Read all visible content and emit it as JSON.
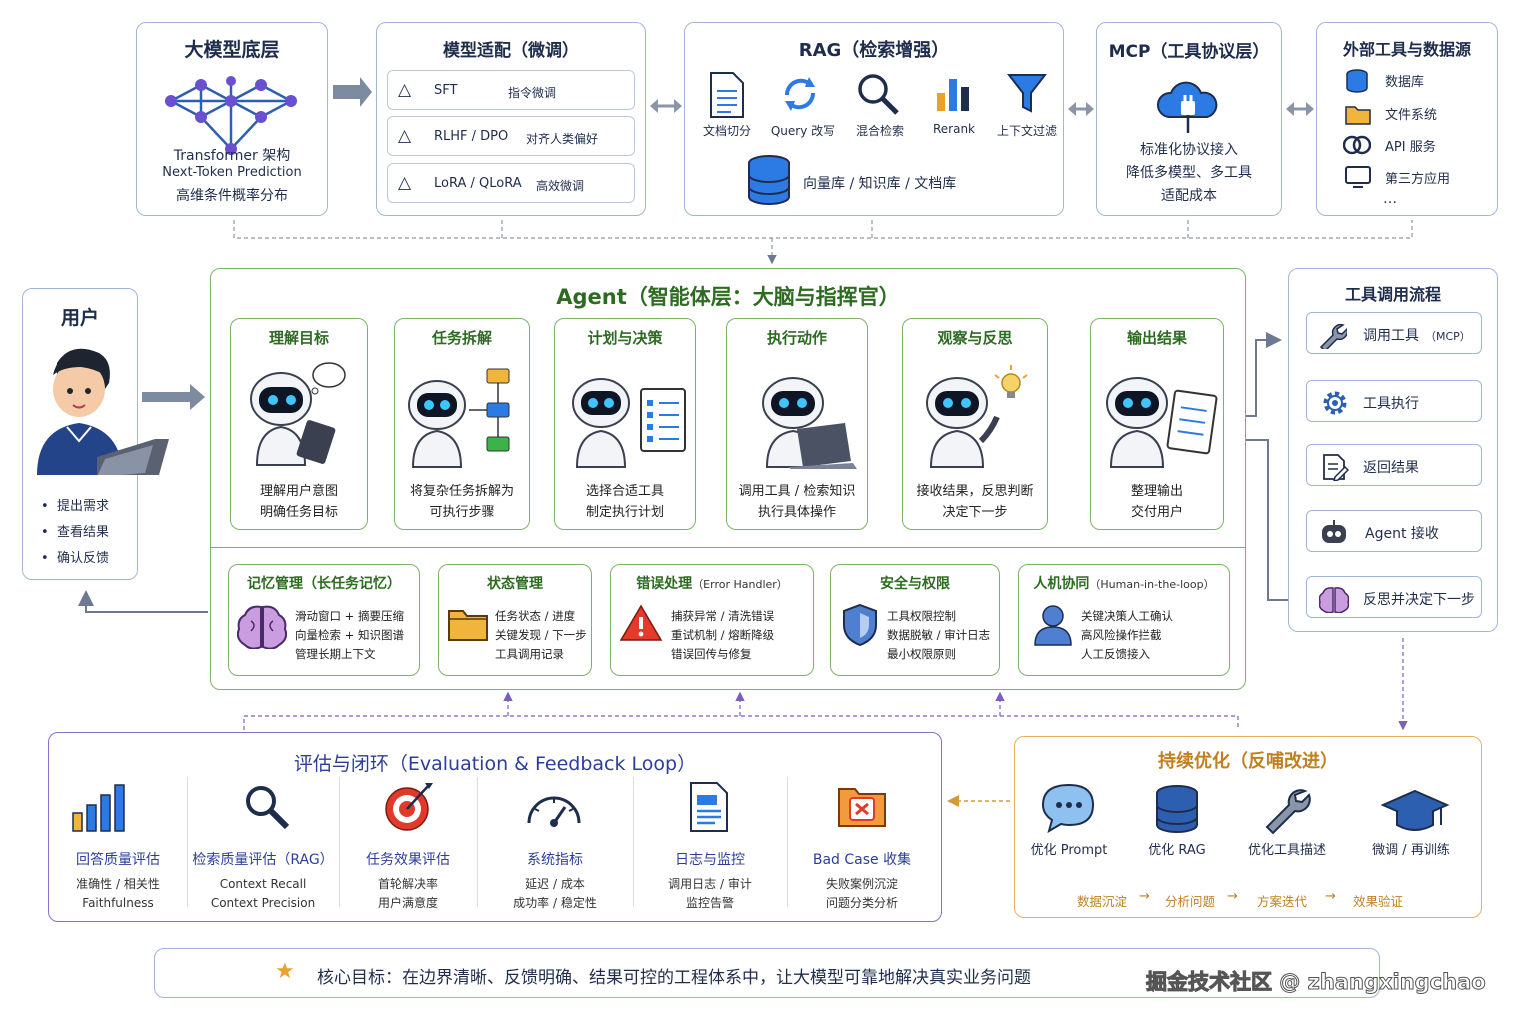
{
  "top": {
    "base": {
      "title": "大模型底层",
      "l1": "Transformer 架构",
      "l2": "Next-Token Prediction",
      "l3": "高维条件概率分布"
    },
    "adapt": {
      "title": "模型适配（微调）",
      "rows": [
        {
          "name": "SFT",
          "desc": "指令微调"
        },
        {
          "name": "RLHF / DPO",
          "desc": "对齐人类偏好"
        },
        {
          "name": "LoRA / QLoRA",
          "desc": "高效微调"
        }
      ]
    },
    "rag": {
      "title": "RAG（检索增强）",
      "items": [
        "文档切分",
        "Query 改写",
        "混合检索",
        "Rerank",
        "上下文过滤"
      ],
      "store": "向量库 / 知识库 / 文档库"
    },
    "mcp": {
      "title": "MCP（工具协议层）",
      "l1": "标准化协议接入",
      "l2": "降低多模型、多工具",
      "l3": "适配成本"
    },
    "ext": {
      "title": "外部工具与数据源",
      "items": [
        "数据库",
        "文件系统",
        "API 服务",
        "第三方应用"
      ],
      "more": "…"
    }
  },
  "user": {
    "title": "用户",
    "items": [
      "提出需求",
      "查看结果",
      "确认反馈"
    ]
  },
  "agent": {
    "title": "Agent（智能体层：大脑与指挥官）",
    "steps": [
      {
        "title": "理解目标",
        "d1": "理解用户意图",
        "d2": "明确任务目标"
      },
      {
        "title": "任务拆解",
        "d1": "将复杂任务拆解为",
        "d2": "可执行步骤"
      },
      {
        "title": "计划与决策",
        "d1": "选择合适工具",
        "d2": "制定执行计划"
      },
      {
        "title": "执行动作",
        "d1": "调用工具 / 检索知识",
        "d2": "执行具体操作"
      },
      {
        "title": "观察与反思",
        "d1": "接收结果，反思判断",
        "d2": "决定下一步"
      },
      {
        "title": "输出结果",
        "d1": "整理输出",
        "d2": "交付用户"
      }
    ],
    "modules": [
      {
        "title": "记忆管理（长任务记忆）",
        "sub": "",
        "l1": "滑动窗口 + 摘要压缩",
        "l2": "向量检索 + 知识图谱",
        "l3": "管理长期上下文"
      },
      {
        "title": "状态管理",
        "sub": "",
        "l1": "任务状态 / 进度",
        "l2": "关键发现 / 下一步",
        "l3": "工具调用记录"
      },
      {
        "title": "错误处理",
        "sub": "（Error Handler）",
        "l1": "捕获异常 / 清洗错误",
        "l2": "重试机制 / 熔断降级",
        "l3": "错误回传与修复"
      },
      {
        "title": "安全与权限",
        "sub": "",
        "l1": "工具权限控制",
        "l2": "数据脱敏 / 审计日志",
        "l3": "最小权限原则"
      },
      {
        "title": "人机协同",
        "sub": "（Human-in-the-loop）",
        "l1": "关键决策人工确认",
        "l2": "高风险操作拦截",
        "l3": "人工反馈接入"
      }
    ]
  },
  "toolflow": {
    "title": "工具调用流程",
    "items": [
      {
        "label": "调用工具",
        "sub": "（MCP）"
      },
      {
        "label": "工具执行",
        "sub": ""
      },
      {
        "label": "返回结果",
        "sub": ""
      },
      {
        "label": "Agent 接收",
        "sub": ""
      },
      {
        "label": "反思并决定下一步",
        "sub": ""
      }
    ]
  },
  "eval": {
    "title": "评估与闭环（Evaluation & Feedback Loop）",
    "cols": [
      {
        "title": "回答质量评估",
        "l1": "准确性 / 相关性",
        "l2": "Faithfulness"
      },
      {
        "title": "检索质量评估（RAG）",
        "l1": "Context Recall",
        "l2": "Context Precision"
      },
      {
        "title": "任务效果评估",
        "l1": "首轮解决率",
        "l2": "用户满意度"
      },
      {
        "title": "系统指标",
        "l1": "延迟 / 成本",
        "l2": "成功率 / 稳定性"
      },
      {
        "title": "日志与监控",
        "l1": "调用日志 / 审计",
        "l2": "监控告警"
      },
      {
        "title": "Bad Case 收集",
        "l1": "失败案例沉淀",
        "l2": "问题分类分析"
      }
    ]
  },
  "optimize": {
    "title": "持续优化（反哺改进）",
    "items": [
      "优化 Prompt",
      "优化 RAG",
      "优化工具描述",
      "微调 / 再训练"
    ],
    "loop": [
      "数据沉淀",
      "分析问题",
      "方案迭代",
      "效果验证"
    ]
  },
  "footer": {
    "text": "核心目标：在边界清晰、反馈明确、结果可控的工程体系中，让大模型可靠地解决真实业务问题",
    "watermark": "掘金技术社区 @ zhangxingchao"
  },
  "colors": {
    "green": "#2d6b22",
    "blue": "#1f2d4d",
    "purple": "#6a4fb0",
    "orange": "#d49a3a",
    "accent": "#2c7be5"
  }
}
